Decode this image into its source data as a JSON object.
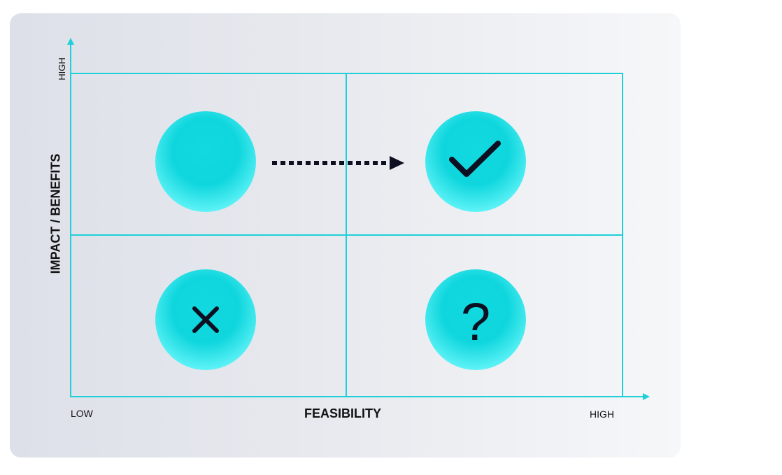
{
  "axes": {
    "x_label": "FEASIBILITY",
    "x_low": "LOW",
    "x_high": "HIGH",
    "y_label": "IMPACT / BENEFITS",
    "y_high": "HIGH"
  },
  "quadrants": [
    {
      "position": "top-left",
      "icon": "empty-circle-icon"
    },
    {
      "position": "top-right",
      "icon": "checkmark-icon"
    },
    {
      "position": "bottom-left",
      "icon": "cross-icon"
    },
    {
      "position": "bottom-right",
      "icon": "question-mark-icon"
    }
  ],
  "question_glyph": "?",
  "colors": {
    "grid_line": "#1fd0d8",
    "circle_light": "#4ef0f5",
    "circle_dark": "#0fd6dd",
    "ink": "#0d1020"
  }
}
